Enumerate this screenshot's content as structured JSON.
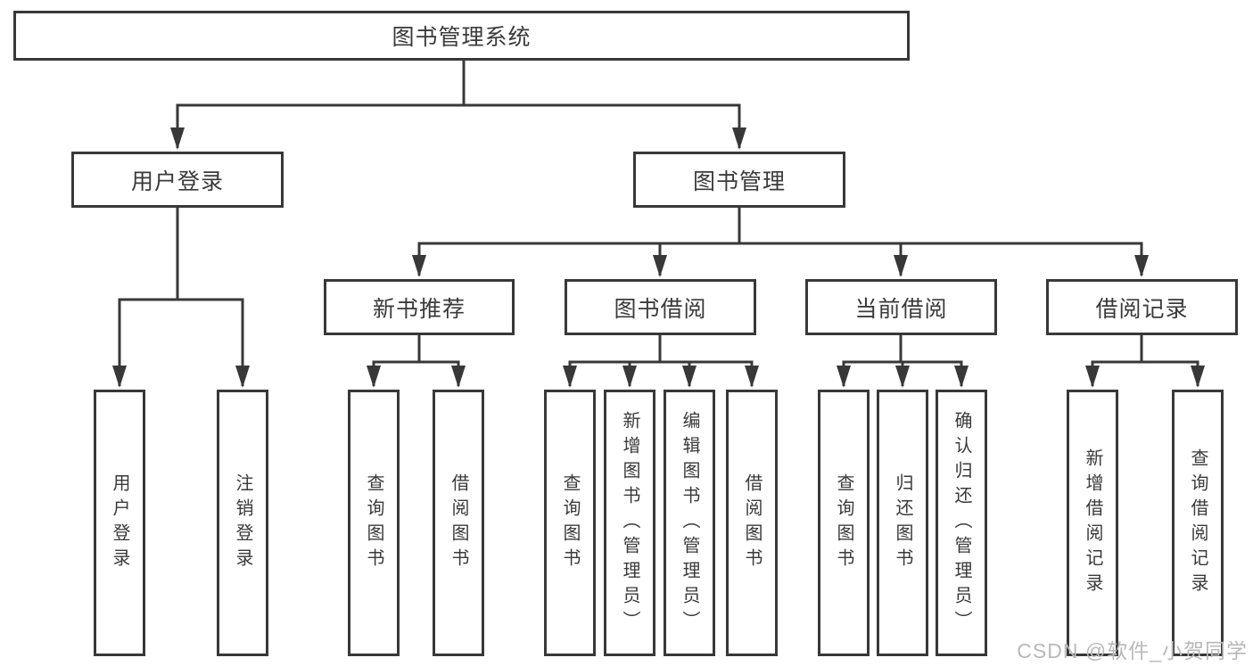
{
  "diagram_title": "图书管理系统",
  "tree": {
    "root": {
      "label": "图书管理系统"
    },
    "branches": [
      {
        "label": "用户登录",
        "children": [
          {
            "label": "用户登录"
          },
          {
            "label": "注销登录"
          }
        ]
      },
      {
        "label": "图书管理",
        "children": [
          {
            "label": "新书推荐",
            "children": [
              {
                "label": "查询图书"
              },
              {
                "label": "借阅图书"
              }
            ]
          },
          {
            "label": "图书借阅",
            "children": [
              {
                "label": "查询图书"
              },
              {
                "label": "新增图书（管理员）"
              },
              {
                "label": "编辑图书（管理员）"
              },
              {
                "label": "借阅图书"
              }
            ]
          },
          {
            "label": "当前借阅",
            "children": [
              {
                "label": "查询图书"
              },
              {
                "label": "归还图书"
              },
              {
                "label": "确认归还（管理员）"
              }
            ]
          },
          {
            "label": "借阅记录",
            "children": [
              {
                "label": "新增借阅记录"
              },
              {
                "label": "查询借阅记录"
              }
            ]
          }
        ]
      }
    ]
  },
  "watermark": {
    "text": "CSDN @软件_小贺同学"
  },
  "colors": {
    "line": "#383838",
    "box_border": "#383838",
    "text": "#3a3a3a",
    "background": "#ffffff",
    "watermark": "#b9b9b9"
  }
}
